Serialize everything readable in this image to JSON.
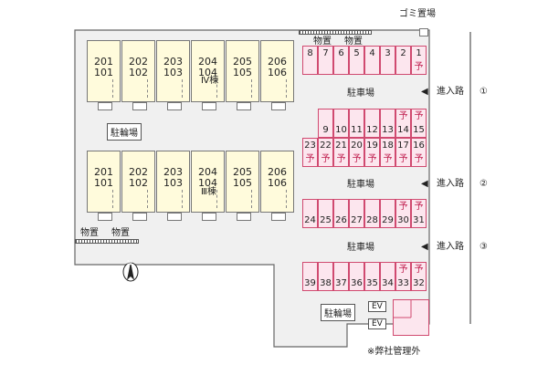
{
  "labels": {
    "garbage": "ゴミ置場",
    "storage_top_a": "物置",
    "storage_top_b": "物置",
    "storage_bottom_a": "物置",
    "storage_bottom_b": "物置",
    "building_iv": "Ⅳ棟",
    "building_iii": "Ⅲ棟",
    "bicycle_parking_1": "駐輪場",
    "bicycle_parking_2": "駐輪場",
    "parking_1": "駐車場",
    "parking_2": "駐車場",
    "parking_3": "駐車場",
    "entrance_1": "進入路",
    "entrance_2": "進入路",
    "entrance_3": "進入路",
    "entrance_1_num": "①",
    "entrance_2_num": "②",
    "entrance_3_num": "③",
    "ev_1": "EV",
    "ev_2": "EV",
    "note": "※弊社管理外",
    "north": "N",
    "reserved": "予"
  },
  "building_iv_units": [
    {
      "upper": "201",
      "lower": "101"
    },
    {
      "upper": "202",
      "lower": "102"
    },
    {
      "upper": "203",
      "lower": "103"
    },
    {
      "upper": "204",
      "lower": "104"
    },
    {
      "upper": "205",
      "lower": "105"
    },
    {
      "upper": "206",
      "lower": "106"
    }
  ],
  "building_iii_units": [
    {
      "upper": "201",
      "lower": "101"
    },
    {
      "upper": "202",
      "lower": "102"
    },
    {
      "upper": "203",
      "lower": "103"
    },
    {
      "upper": "204",
      "lower": "104"
    },
    {
      "upper": "205",
      "lower": "105"
    },
    {
      "upper": "206",
      "lower": "106"
    }
  ],
  "parking_row_1": [
    {
      "num": "8",
      "reserved": false
    },
    {
      "num": "7",
      "reserved": false
    },
    {
      "num": "6",
      "reserved": false
    },
    {
      "num": "5",
      "reserved": false
    },
    {
      "num": "4",
      "reserved": false
    },
    {
      "num": "3",
      "reserved": false
    },
    {
      "num": "2",
      "reserved": false
    },
    {
      "num": "1",
      "reserved": true
    }
  ],
  "parking_row_2_top": [
    {
      "num": "9",
      "reserved": false
    },
    {
      "num": "10",
      "reserved": false
    },
    {
      "num": "11",
      "reserved": false
    },
    {
      "num": "12",
      "reserved": false
    },
    {
      "num": "13",
      "reserved": false
    },
    {
      "num": "14",
      "reserved": true
    },
    {
      "num": "15",
      "reserved": true
    }
  ],
  "parking_row_2_bottom": [
    {
      "num": "23",
      "reserved": true
    },
    {
      "num": "22",
      "reserved": true
    },
    {
      "num": "21",
      "reserved": true
    },
    {
      "num": "20",
      "reserved": true
    },
    {
      "num": "19",
      "reserved": true
    },
    {
      "num": "18",
      "reserved": true
    },
    {
      "num": "17",
      "reserved": true
    },
    {
      "num": "16",
      "reserved": true
    }
  ],
  "parking_row_3": [
    {
      "num": "24",
      "reserved": false
    },
    {
      "num": "25",
      "reserved": false
    },
    {
      "num": "26",
      "reserved": false
    },
    {
      "num": "27",
      "reserved": false
    },
    {
      "num": "28",
      "reserved": false
    },
    {
      "num": "29",
      "reserved": false
    },
    {
      "num": "30",
      "reserved": true
    },
    {
      "num": "31",
      "reserved": true
    }
  ],
  "parking_row_4": [
    {
      "num": "39",
      "reserved": false
    },
    {
      "num": "38",
      "reserved": false
    },
    {
      "num": "37",
      "reserved": false
    },
    {
      "num": "36",
      "reserved": false
    },
    {
      "num": "35",
      "reserved": false
    },
    {
      "num": "34",
      "reserved": false
    },
    {
      "num": "33",
      "reserved": true
    },
    {
      "num": "32",
      "reserved": true
    }
  ],
  "colors": {
    "unit_fill": "#fffbdc",
    "parking_fill": "#fce6ee",
    "parking_border": "#d04a70",
    "lot_fill": "#f1f1f1"
  }
}
